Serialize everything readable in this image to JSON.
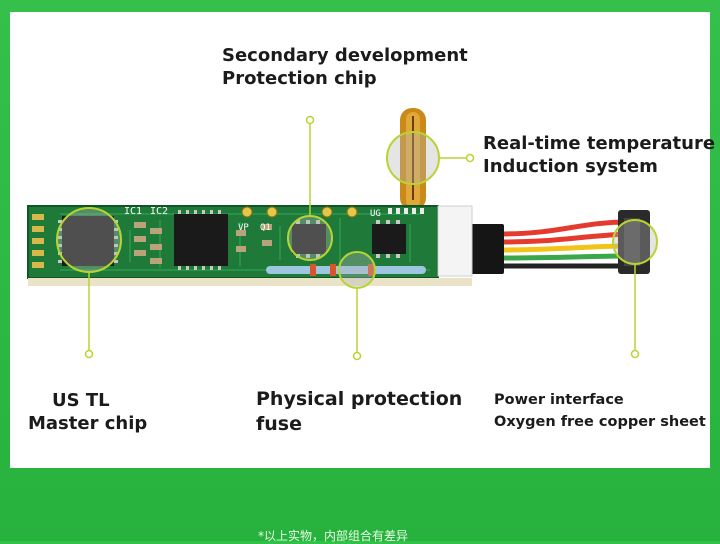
{
  "labels": {
    "secondary": [
      "Secondary development",
      "Protection chip"
    ],
    "temperature": [
      "Real-time temperature",
      "Induction system"
    ],
    "master": [
      "US TL",
      "Master chip"
    ],
    "fuse": [
      "Physical protection",
      "fuse"
    ],
    "power": [
      "Power interface",
      "Oxygen free copper sheet"
    ]
  },
  "board_marks": {
    "ic1": "IC1",
    "ic2": "IC2",
    "vp": "VP",
    "q1": "Q1",
    "ug": "UG"
  },
  "colors": {
    "frame_green": "#2fc246",
    "pcb_green": "#1f7a3a",
    "callout": "#b8d432",
    "wire_red": "#e53a2e",
    "wire_yellow": "#f2c318",
    "wire_green": "#3aa84a",
    "wire_black": "#222222"
  },
  "footer": "*以上实物，内部组合有差异"
}
